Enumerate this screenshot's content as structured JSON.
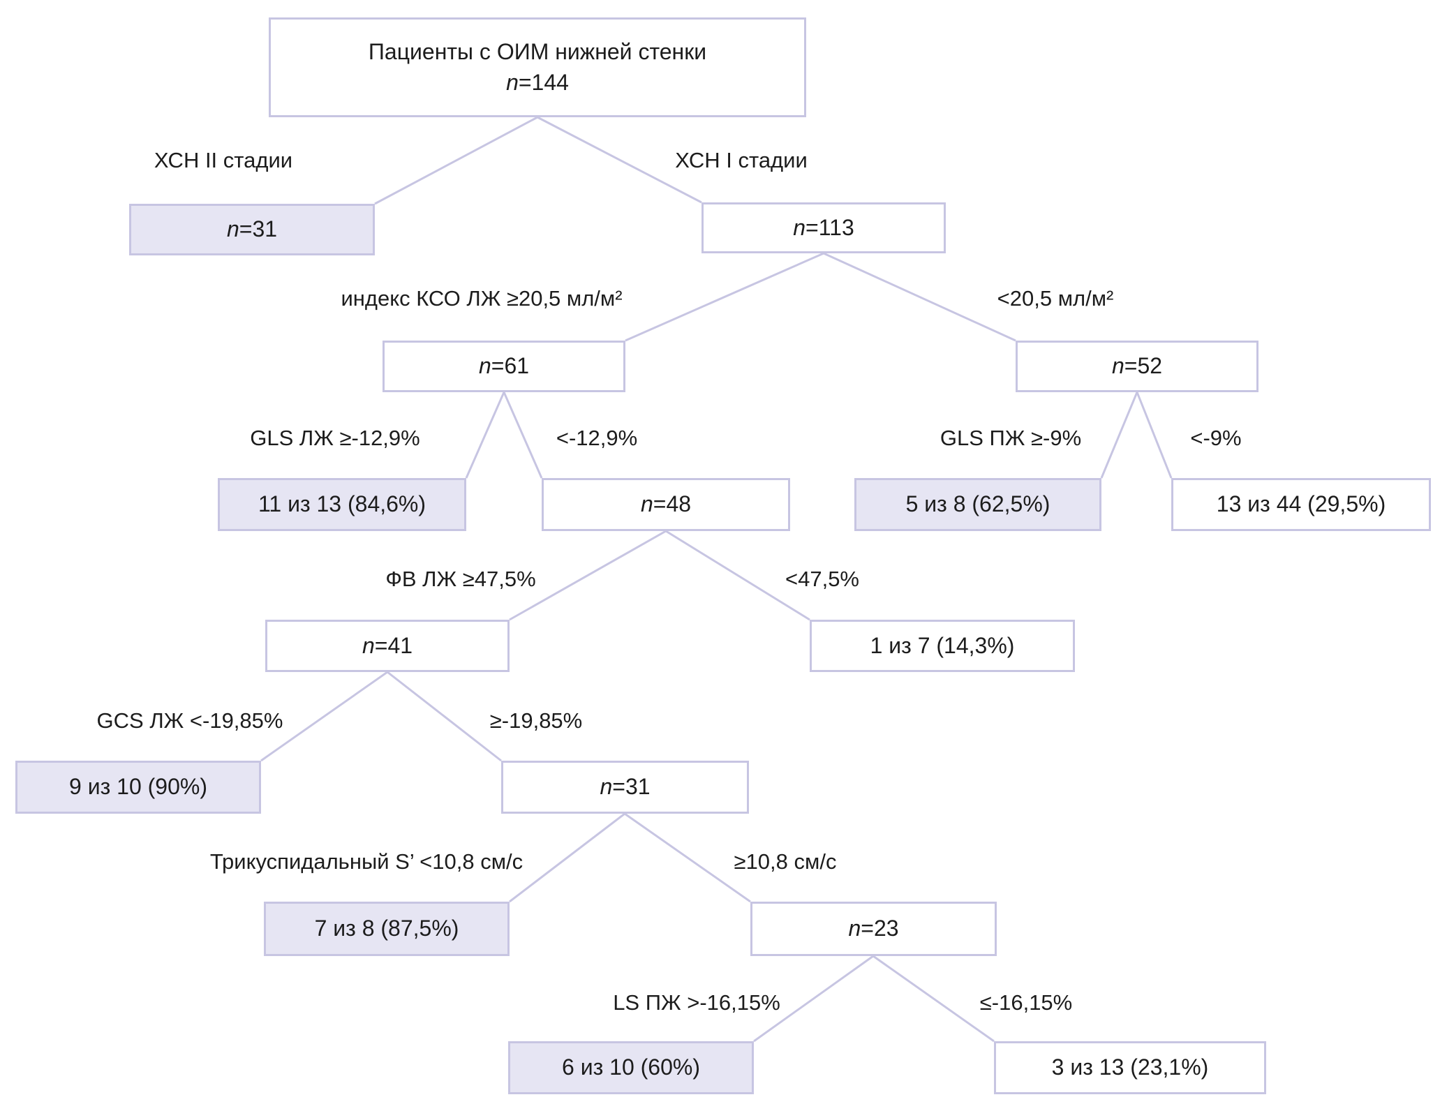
{
  "diagram": {
    "type": "decision-tree",
    "root": {
      "title": "Пациенты с ОИМ нижней стенки",
      "n": "n",
      "eq": "=144"
    },
    "branch_labels": {
      "hsn2": "ХСН II стадии",
      "hsn1": "ХСН I стадии",
      "kso_ge": "индекс КСО ЛЖ ≥20,5 мл/м²",
      "kso_lt": "<20,5 мл/м²",
      "gls_lv_ge": "GLS ЛЖ ≥-12,9%",
      "gls_lv_lt": "<-12,9%",
      "gls_rv_ge": "GLS ПЖ ≥-9%",
      "gls_rv_lt": "<-9%",
      "ef_ge": "ФВ ЛЖ ≥47,5%",
      "ef_lt": "<47,5%",
      "gcs_lt": "GCS ЛЖ <-19,85%",
      "gcs_ge": "≥-19,85%",
      "tric_lt": "Трикуспидальный S’ <10,8 см/с",
      "tric_ge": "≥10,8 см/с",
      "ls_gt": "LS ПЖ >-16,15%",
      "ls_le": "≤-16,15%"
    },
    "count_nodes": {
      "n31": {
        "n": "n",
        "eq": "=31"
      },
      "n113": {
        "n": "n",
        "eq": "=113"
      },
      "n61": {
        "n": "n",
        "eq": "=61"
      },
      "n52": {
        "n": "n",
        "eq": "=52"
      },
      "n48": {
        "n": "n",
        "eq": "=48"
      },
      "n41": {
        "n": "n",
        "eq": "=41"
      },
      "n31b": {
        "n": "n",
        "eq": "=31"
      },
      "n23": {
        "n": "n",
        "eq": "=23"
      }
    },
    "result_nodes": {
      "r11_13": "11 из 13 (84,6%)",
      "r5_8": "5 из 8 (62,5%)",
      "r13_44": "13 из 44 (29,5%)",
      "r1_7": "1 из 7 (14,3%)",
      "r9_10": "9 из 10 (90%)",
      "r7_8": "7 из 8 (87,5%)",
      "r6_10": "6 из 10 (60%)",
      "r3_13": "3 из 13 (23,1%)"
    },
    "colors": {
      "border": "#c7c5e2",
      "connector": "#c7c5e2",
      "shaded_fill": "#e6e5f3",
      "white_fill": "#ffffff",
      "text": "#1c1c1c"
    }
  }
}
